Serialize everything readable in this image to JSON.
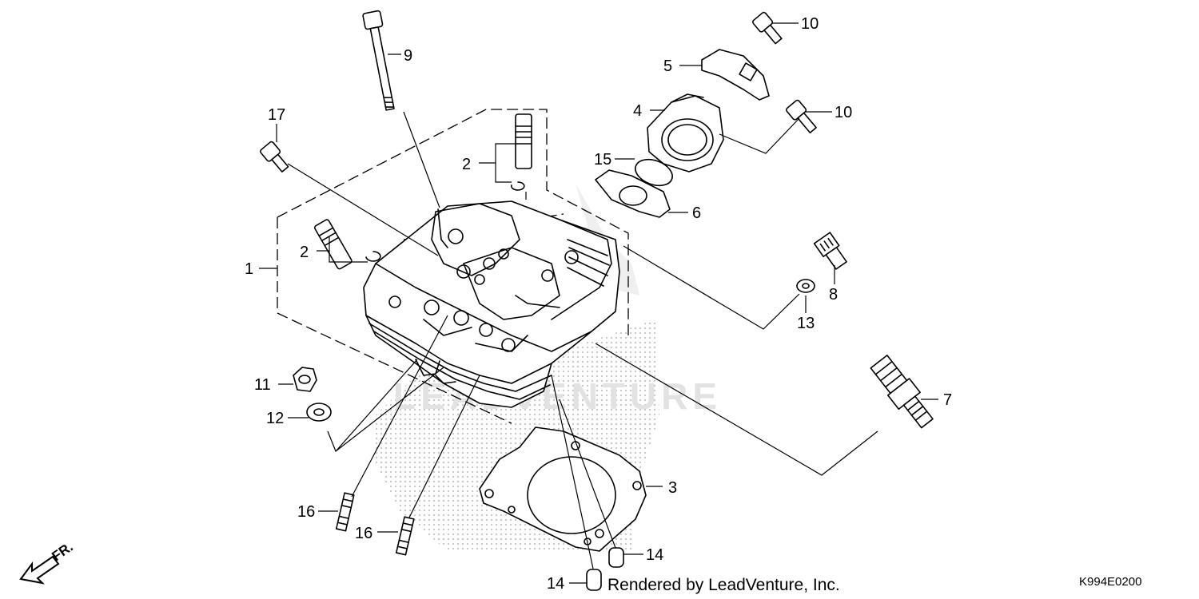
{
  "callouts": {
    "c1": "1",
    "c2a": "2",
    "c2b": "2",
    "c3": "3",
    "c4": "4",
    "c5": "5",
    "c6": "6",
    "c7": "7",
    "c8": "8",
    "c9": "9",
    "c10a": "10",
    "c10b": "10",
    "c11": "11",
    "c12": "12",
    "c13": "13",
    "c14a": "14",
    "c14b": "14",
    "c15": "15",
    "c16a": "16",
    "c16b": "16",
    "c17": "17"
  },
  "watermark": {
    "text": "LEADVENTURE",
    "color": "#e2e2e2"
  },
  "footer": {
    "credit": "Rendered by LeadVenture, Inc.",
    "diagram_code": "K994E0200"
  },
  "direction_indicator": {
    "label": "FR.",
    "icon": "front-arrow-icon"
  },
  "colors": {
    "line": "#000000",
    "background": "#ffffff",
    "halftone": "#c8c8c8"
  }
}
